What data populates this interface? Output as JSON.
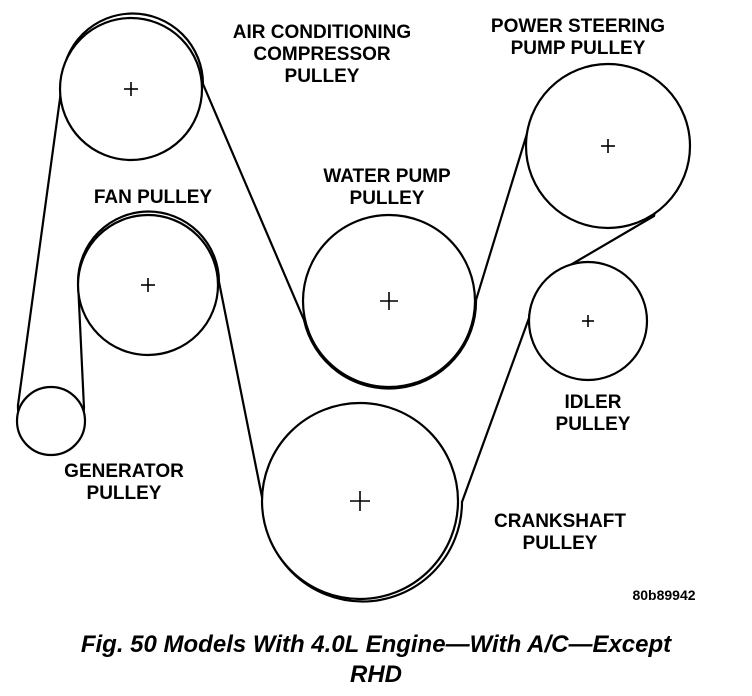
{
  "labels": {
    "ac_line1": "AIR CONDITIONING",
    "ac_line2": "COMPRESSOR",
    "ac_line3": "PULLEY",
    "ps_line1": "POWER STEERING",
    "ps_line2": "PUMP PULLEY",
    "water_line1": "WATER PUMP",
    "water_line2": "PULLEY",
    "fan_line1": "FAN PULLEY",
    "idler_line1": "IDLER",
    "idler_line2": "PULLEY",
    "generator_line1": "GENERATOR",
    "generator_line2": "PULLEY",
    "crank_line1": "CRANKSHAFT",
    "crank_line2": "PULLEY"
  },
  "figure_code": "80b89942",
  "caption": {
    "line1": "Fig. 50 Models With 4.0L Engine—With A/C—Except",
    "line2": "RHD"
  }
}
